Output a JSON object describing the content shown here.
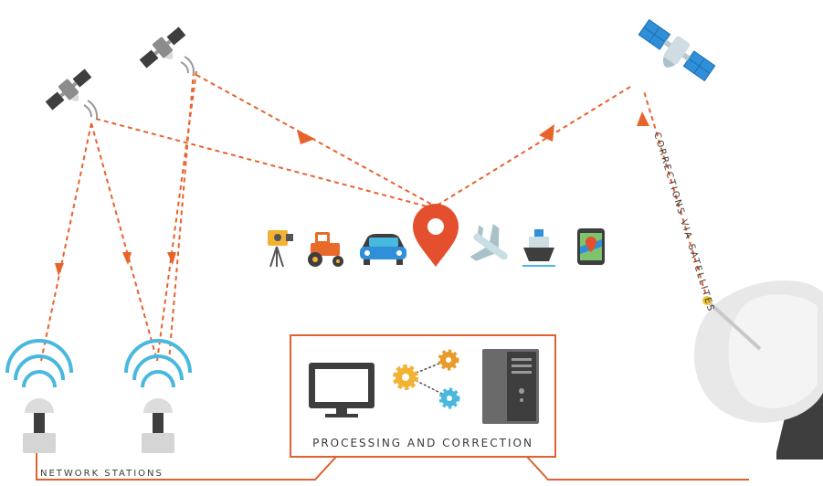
{
  "labels": {
    "corrections": "CORRECTIONS VIA SATELLITES",
    "processing": "PROCESSING AND CORRECTION",
    "network": "NETWORK STATIONS"
  },
  "icons": {
    "satellites": [
      "satellite-icon",
      "satellite-icon",
      "satellite-icon"
    ],
    "receivers": [
      "survey-instrument-icon",
      "tractor-icon",
      "car-icon",
      "location-pin-icon",
      "airplane-icon",
      "ship-icon",
      "phone-map-icon"
    ],
    "processing": [
      "monitor-icon",
      "gears-network-icon",
      "server-tower-icon"
    ],
    "ground": [
      "network-station-icon",
      "network-station-icon",
      "satellite-dish-icon"
    ]
  },
  "colors": {
    "link": "#e8622c",
    "box": "#e0622f",
    "satellite_body": "#3e3e3e",
    "satellite_panel_blue": "#2f8fd8",
    "pin": "#e4502d",
    "signal": "#49b8df",
    "dish": "#e8e8e8"
  }
}
